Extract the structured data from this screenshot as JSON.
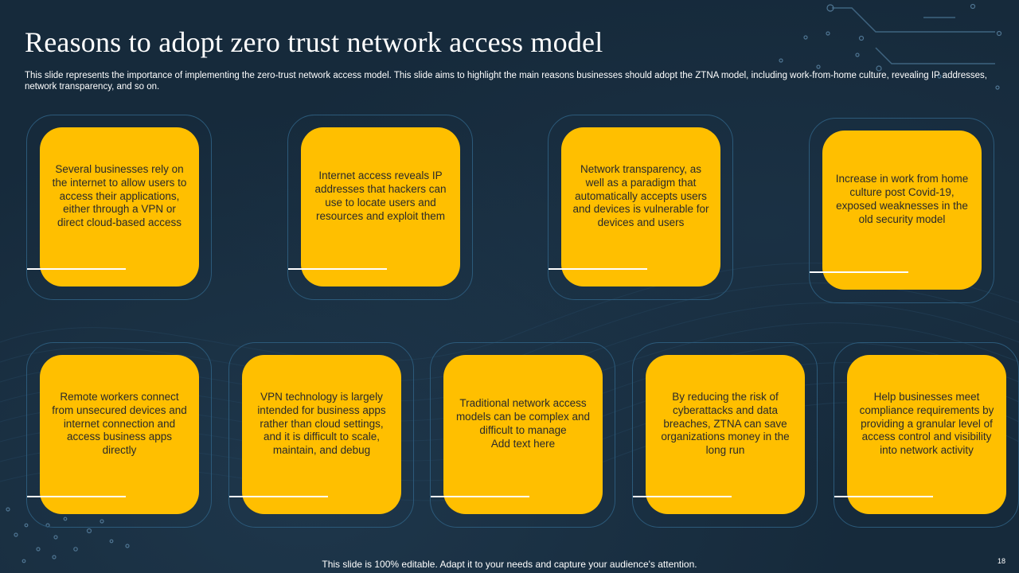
{
  "slide": {
    "title": "Reasons to adopt zero trust network access model",
    "subtitle": "This slide represents the importance of implementing the zero-trust network access model. This slide aims to highlight the main reasons businesses should adopt the ZTNA model, including work-from-home culture, revealing IP addresses, network transparency, and so on.",
    "footer": "This slide is 100% editable. Adapt it to your needs and capture your audience's attention.",
    "page_number": "18"
  },
  "top_row": [
    {
      "text": "Several businesses rely on the internet to allow users to access their applications, either through a VPN  or direct cloud-based access"
    },
    {
      "text": "Internet access reveals IP addresses that hackers can use to locate users and resources and exploit them"
    },
    {
      "text": "Network transparency, as well as a paradigm that automatically accepts users and devices is vulnerable for devices and users"
    },
    {
      "text": "Increase in work from home culture post Covid-19, exposed weaknesses in the old security model"
    }
  ],
  "bottom_row": [
    {
      "text": "Remote workers connect from unsecured devices and internet connection and access business apps directly"
    },
    {
      "text": "VPN  technology is largely intended for business apps rather than cloud settings, and it is difficult to scale, maintain, and debug"
    },
    {
      "text": "Traditional network access models can be complex and difficult to manage\nAdd text here"
    },
    {
      "text": "By reducing the risk of cyberattacks and data breaches, ZTNA can save organizations money in the long run"
    },
    {
      "text": "Help businesses meet compliance requirements by providing a granular level of access control and visibility into network activity"
    }
  ],
  "colors": {
    "background": "#162a3b",
    "card_fill": "#ffbf00",
    "card_border": "#2c5a7a",
    "text_light": "#ffffff",
    "text_dark": "#2a2a2a"
  }
}
